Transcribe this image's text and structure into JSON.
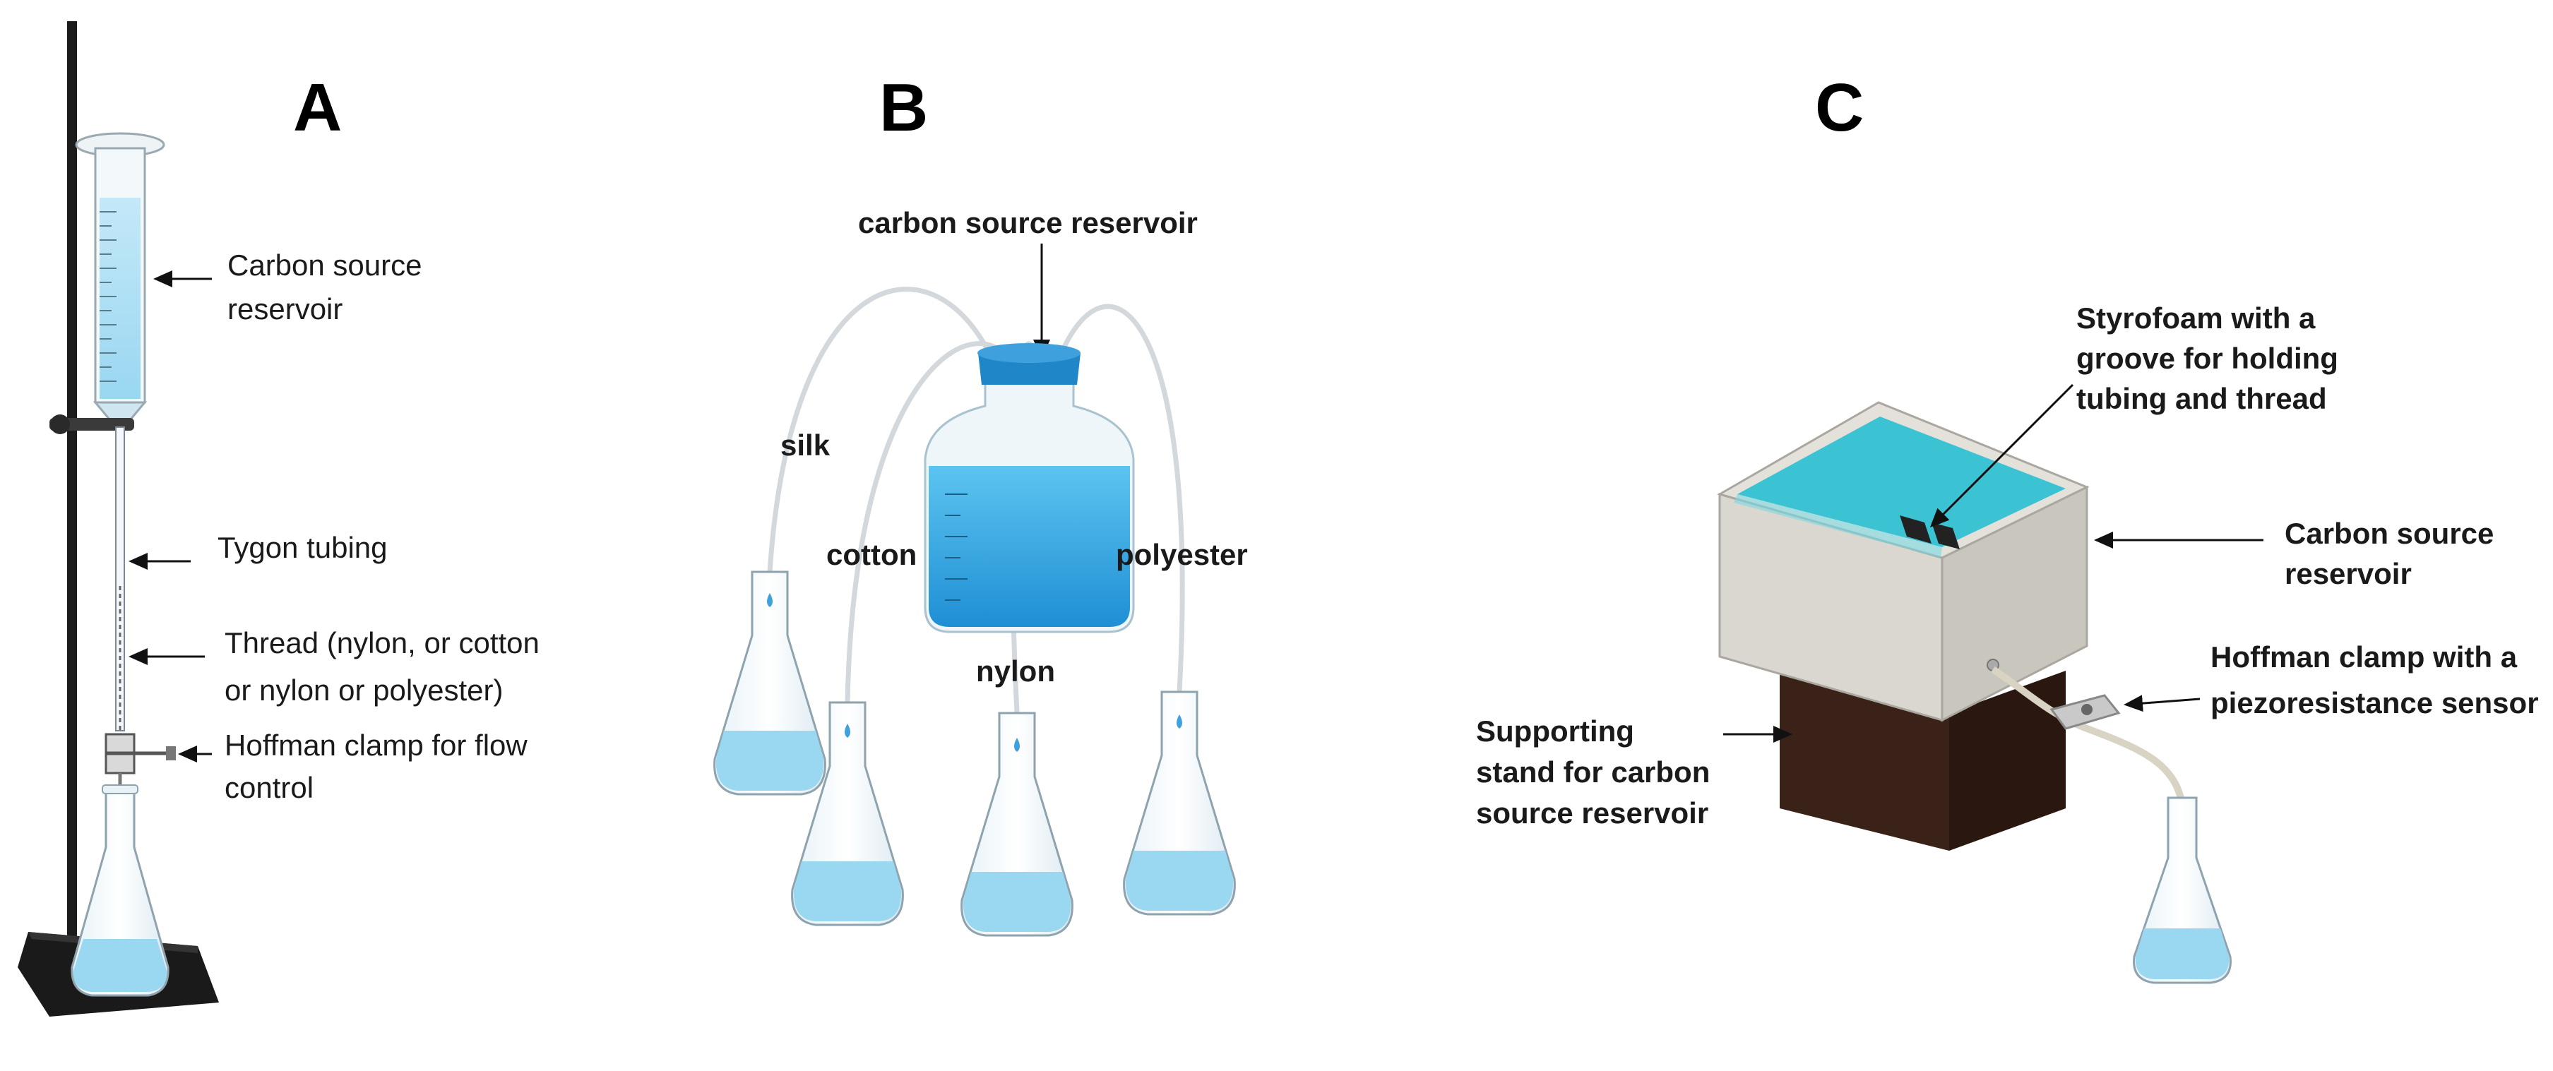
{
  "panels": {
    "a": {
      "letter": "A",
      "labels": {
        "reservoir_1": "Carbon source",
        "reservoir_2": "reservoir",
        "tubing": "Tygon tubing",
        "thread_1": "Thread (nylon, or cotton",
        "thread_2": "or nylon or polyester)",
        "clamp_1": "Hoffman clamp for flow",
        "clamp_2": "control"
      }
    },
    "b": {
      "letter": "B",
      "labels": {
        "reservoir": "carbon source reservoir",
        "silk": "silk",
        "cotton": "cotton",
        "polyester": "polyester",
        "nylon": "nylon"
      }
    },
    "c": {
      "letter": "C",
      "labels": {
        "styrofoam_1": "Styrofoam with a",
        "styrofoam_2": "groove for holding",
        "styrofoam_3": "tubing and thread",
        "reservoir_1": "Carbon source",
        "reservoir_2": "reservoir",
        "clamp_1": "Hoffman clamp with a",
        "clamp_2": "piezoresistance sensor",
        "stand_1": "Supporting",
        "stand_2": "stand for carbon",
        "stand_3": "source reservoir"
      }
    }
  },
  "colors": {
    "liquid": "#8fd3f0",
    "liquid_dark": "#2aa3dd",
    "cap": "#1f86c8",
    "box_teal": "#3cc3d3",
    "box_side": "#d9d7cf",
    "stand_brown": "#3a2218"
  }
}
